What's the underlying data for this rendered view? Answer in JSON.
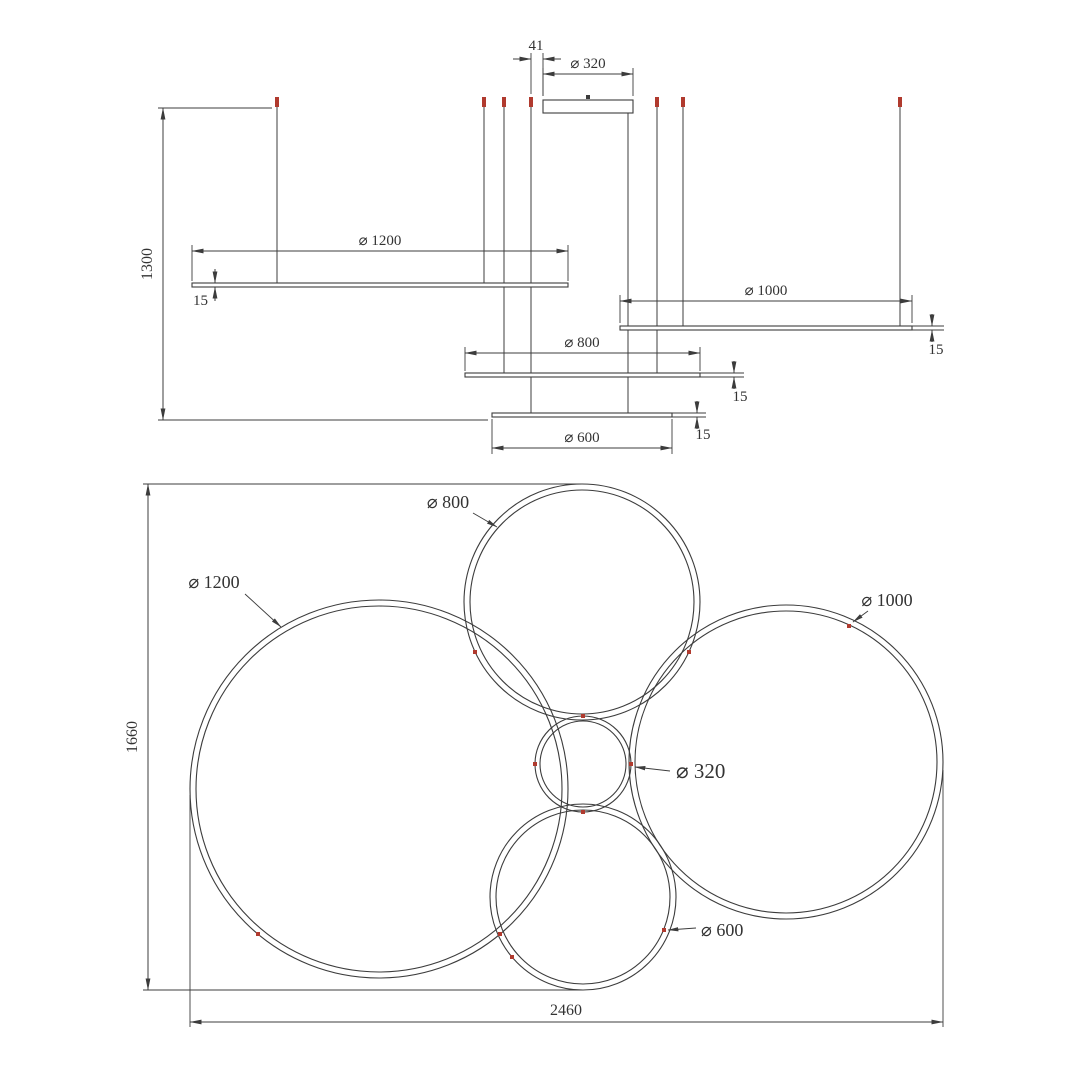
{
  "drawing_type": "pendant-lamp-dimension-drawing",
  "elevation": {
    "offset_41": "41",
    "canopy_dia": "⌀ 320",
    "drop_height": "1300",
    "ring1200": "⌀ 1200",
    "ring1000": "⌀ 1000",
    "ring800": "⌀ 800",
    "ring600": "⌀ 600",
    "profile_thickness": "15"
  },
  "plan": {
    "ring800": "⌀ 800",
    "ring1200": "⌀ 1200",
    "ring1000": "⌀ 1000",
    "ring600": "⌀ 600",
    "ring320": "⌀ 320",
    "total_height": "1660",
    "total_width": "2460"
  },
  "colors": {
    "line": "#3c3c3c",
    "accent_red": "#b03a2e",
    "background": "#ffffff"
  }
}
